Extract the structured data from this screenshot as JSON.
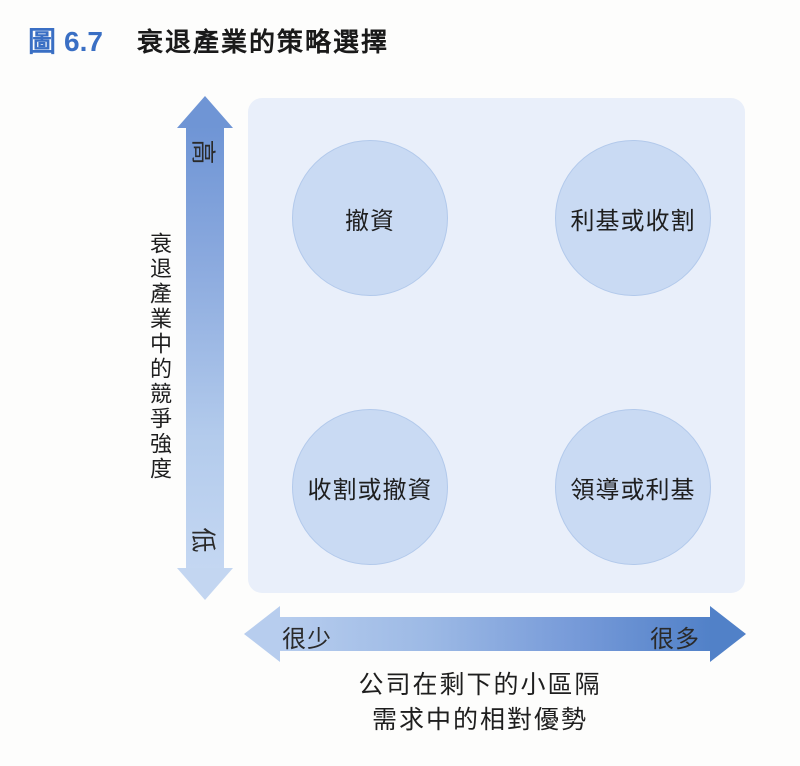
{
  "figure": {
    "label_prefix": "圖",
    "number": "6.7",
    "title": "衰退產業的策略選擇"
  },
  "y_axis": {
    "label": "衰退產業中的競爭強度",
    "top_tick": "高",
    "bottom_tick": "低"
  },
  "x_axis": {
    "label_line1": "公司在剩下的小區隔",
    "label_line2": "需求中的相對優勢",
    "left_tick": "很少",
    "right_tick": "很多"
  },
  "quadrants": {
    "top_left": "撤資",
    "top_right": "利基或收割",
    "bottom_left": "收割或撤資",
    "bottom_right": "領導或利基"
  },
  "colors": {
    "accent_blue": "#3a6fc4",
    "v_arrow_top": "#6f95d5",
    "v_arrow_bottom": "#c4d7f2",
    "h_arrow_left": "#b7cdee",
    "h_arrow_right": "#5181c8",
    "panel_background": "#e9effa",
    "circle_fill": "#c9daf3",
    "circle_border": "#b2c9eb",
    "text_dark": "#1e1e1e"
  }
}
